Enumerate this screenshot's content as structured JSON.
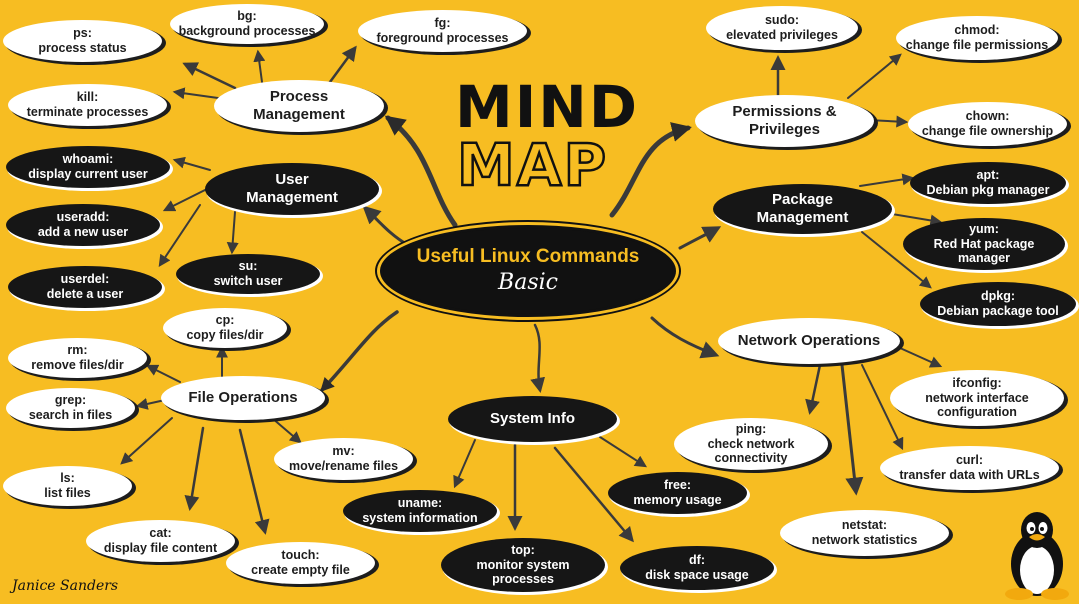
{
  "title": {
    "line1": "MIND",
    "line2": "MAP"
  },
  "center": {
    "line1": "Useful Linux Commands",
    "line2": "Basic"
  },
  "author": "Janice Sanders",
  "colors": {
    "background": "#f7bd22",
    "dark": "#161616",
    "light": "#ffffff"
  },
  "categories": {
    "process": "Process Management",
    "user": "User Management",
    "file": "File Operations",
    "system": "System Info",
    "network": "Network Operations",
    "package": "Package Management",
    "permissions": "Permissions & Privileges"
  },
  "commands": {
    "ps": {
      "cmd": "ps:",
      "desc": "process status"
    },
    "bg": {
      "cmd": "bg:",
      "desc": "background processes"
    },
    "fg": {
      "cmd": "fg:",
      "desc": "foreground processes"
    },
    "kill": {
      "cmd": "kill:",
      "desc": "terminate processes"
    },
    "whoami": {
      "cmd": "whoami:",
      "desc": "display current user"
    },
    "useradd": {
      "cmd": "useradd:",
      "desc": "add a new user"
    },
    "userdel": {
      "cmd": "userdel:",
      "desc": "delete a user"
    },
    "su": {
      "cmd": "su:",
      "desc": "switch user"
    },
    "cp": {
      "cmd": "cp:",
      "desc": "copy files/dir"
    },
    "rm": {
      "cmd": "rm:",
      "desc": "remove files/dir"
    },
    "grep": {
      "cmd": "grep:",
      "desc": "search in files"
    },
    "ls": {
      "cmd": "ls:",
      "desc": "list files"
    },
    "cat": {
      "cmd": "cat:",
      "desc": "display file content"
    },
    "touch": {
      "cmd": "touch:",
      "desc": "create empty file"
    },
    "mv": {
      "cmd": "mv:",
      "desc": "move/rename files"
    },
    "uname": {
      "cmd": "uname:",
      "desc": "system information"
    },
    "top": {
      "cmd": "top:",
      "desc": "monitor system processes"
    },
    "df": {
      "cmd": "df:",
      "desc": "disk space usage"
    },
    "free": {
      "cmd": "free:",
      "desc": "memory usage"
    },
    "ping": {
      "cmd": "ping:",
      "desc": "check network connectivity"
    },
    "netstat": {
      "cmd": "netstat:",
      "desc": "network statistics"
    },
    "curl": {
      "cmd": "curl:",
      "desc": "transfer data with URLs"
    },
    "ifconfig": {
      "cmd": "ifconfig:",
      "desc": "network interface configuration"
    },
    "apt": {
      "cmd": "apt:",
      "desc": "Debian pkg manager"
    },
    "yum": {
      "cmd": "yum:",
      "desc": "Red Hat package manager"
    },
    "dpkg": {
      "cmd": "dpkg:",
      "desc": "Debian package tool"
    },
    "sudo": {
      "cmd": "sudo:",
      "desc": "elevated privileges"
    },
    "chmod": {
      "cmd": "chmod:",
      "desc": "change file permissions"
    },
    "chown": {
      "cmd": "chown:",
      "desc": "change file ownership"
    }
  }
}
